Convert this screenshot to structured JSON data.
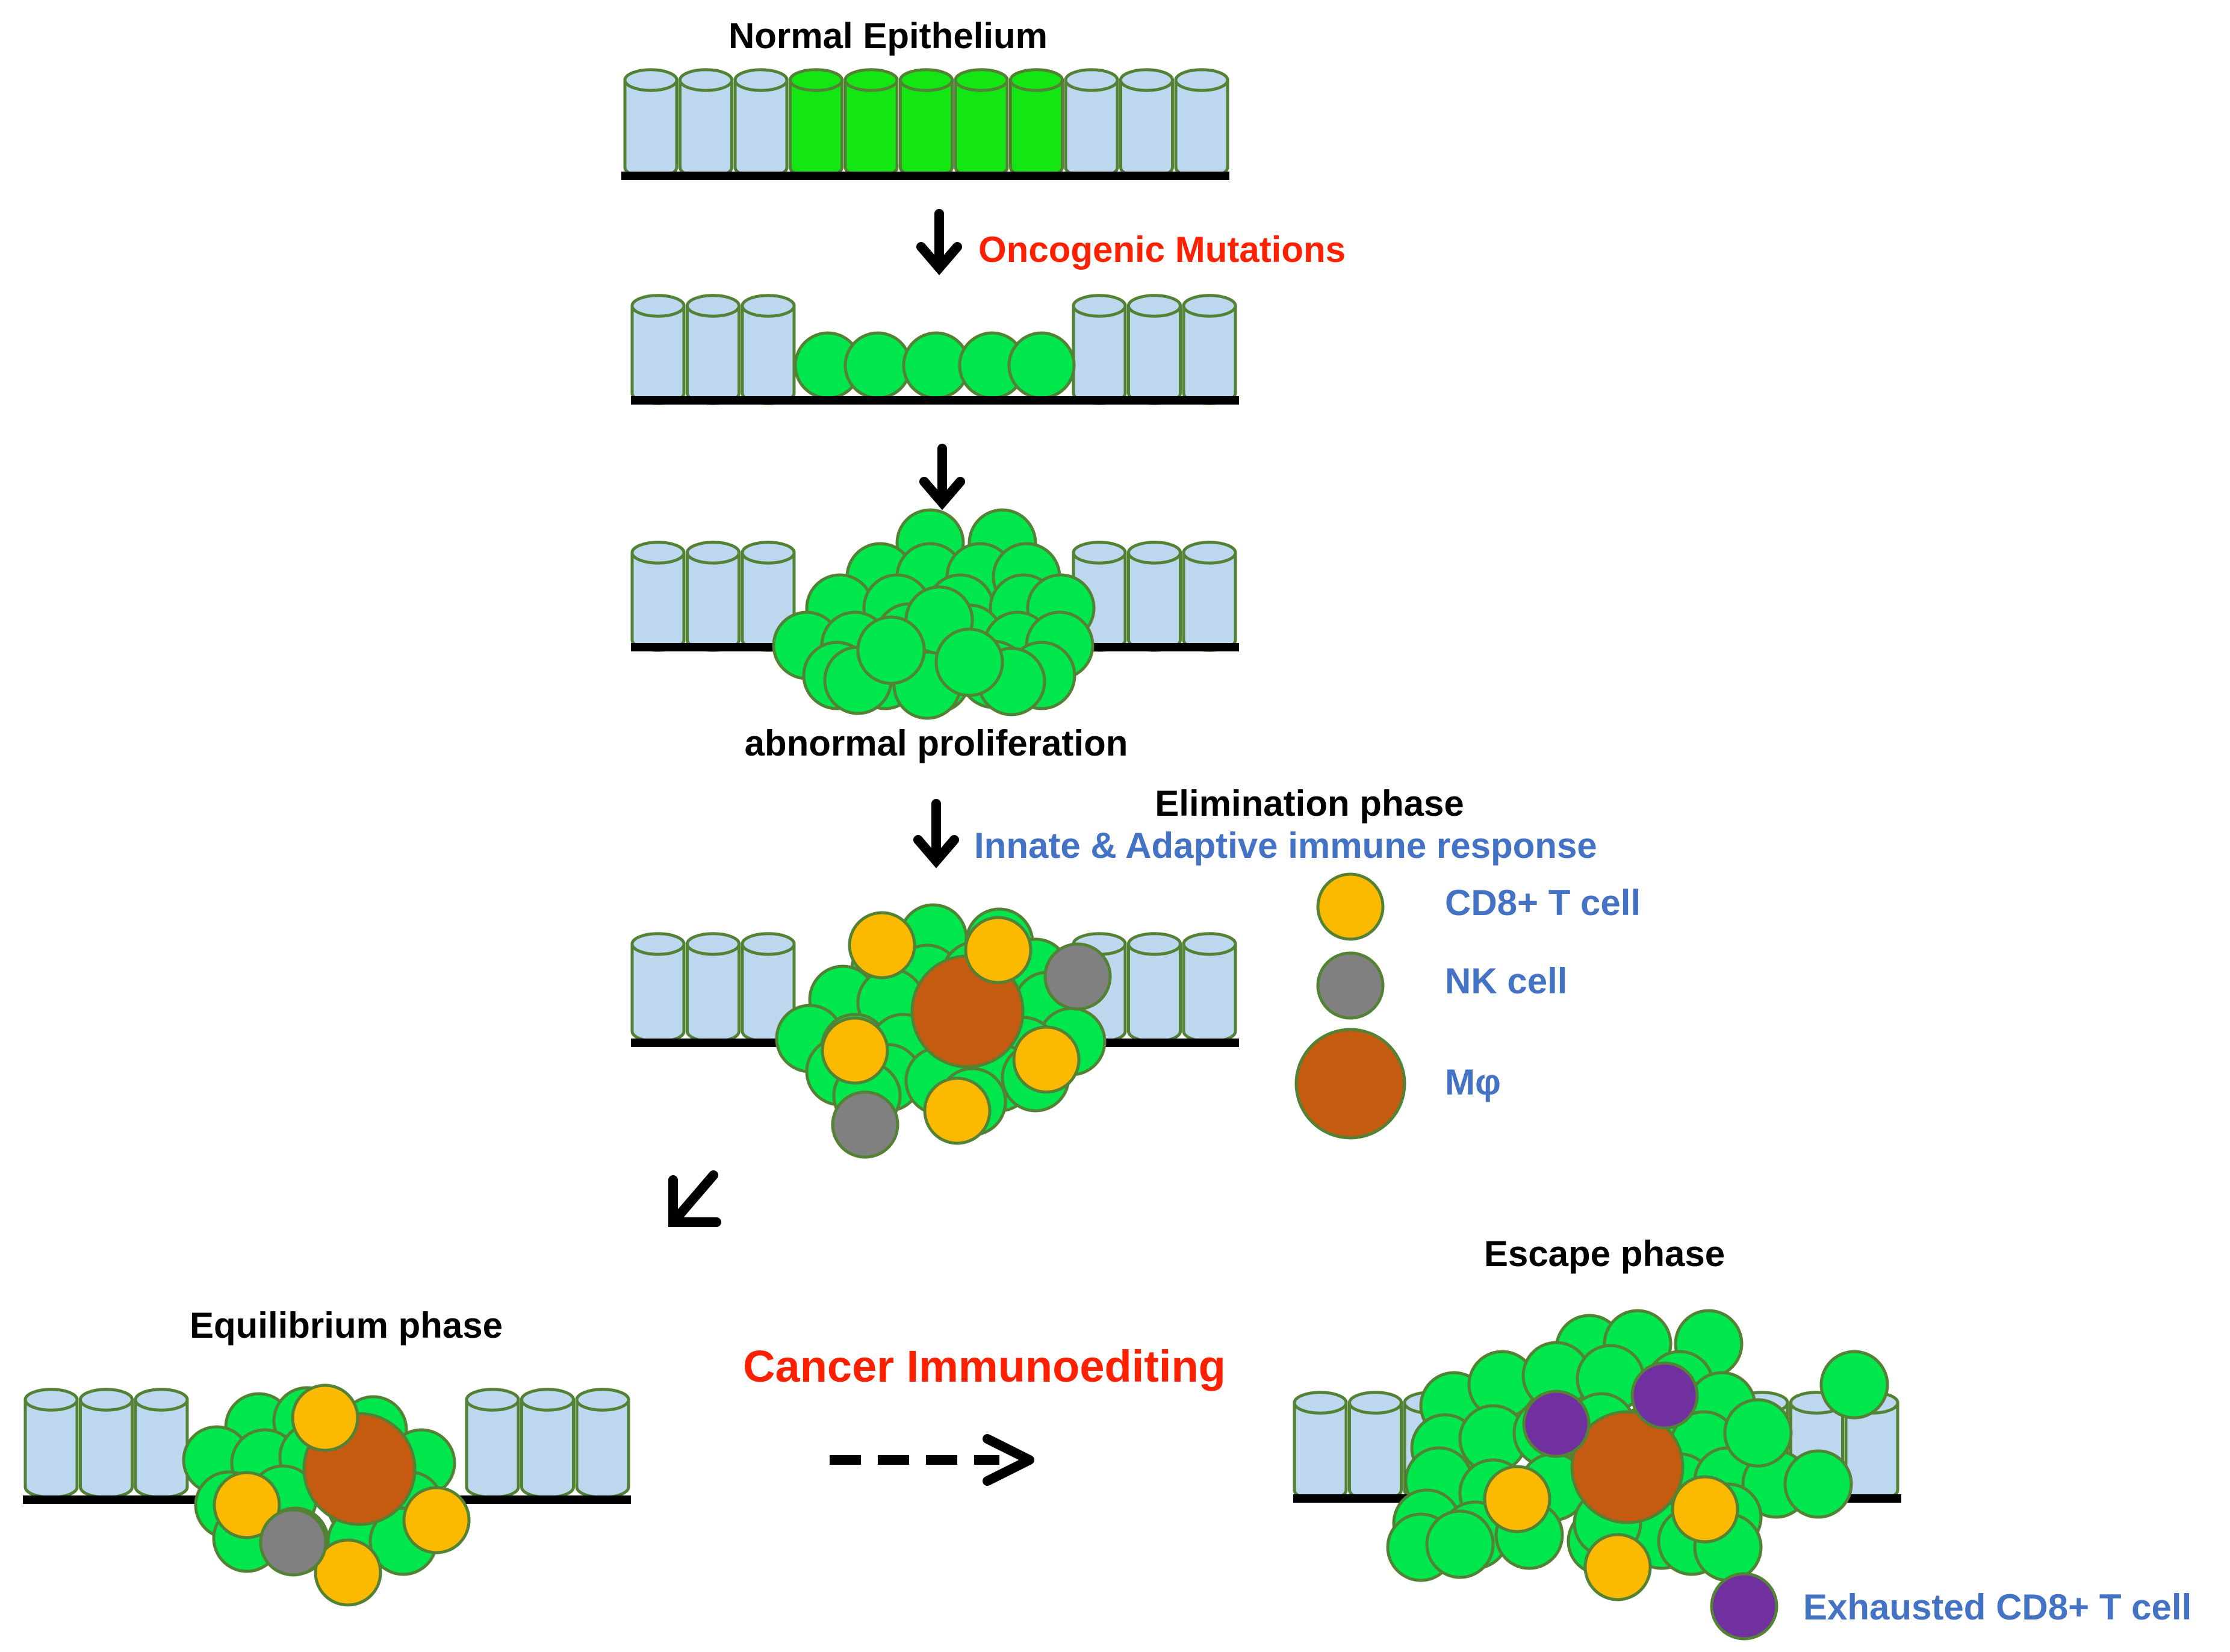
{
  "labels": {
    "normal_epithelium": "Normal Epithelium",
    "oncogenic_mutations": "Oncogenic Mutations",
    "abnormal_proliferation": "abnormal proliferation",
    "elimination_phase": "Elimination phase",
    "immune_response": "Innate & Adaptive immune response",
    "equilibrium_phase": "Equilibrium phase",
    "cancer_immunoediting": "Cancer Immunoediting",
    "escape_phase": "Escape phase"
  },
  "legend": [
    {
      "label": "CD8+ T cell",
      "color": "#FBBA00",
      "icon": "cd8-t-cell"
    },
    {
      "label": "NK cell",
      "color": "#808080",
      "icon": "nk-cell"
    },
    {
      "label": "Mφ",
      "color": "#C55A11",
      "icon": "macrophage"
    },
    {
      "label": "Exhausted CD8+ T cell",
      "color": "#7030A0",
      "icon": "exhausted-cd8-t-cell"
    }
  ],
  "colors": {
    "normal_cell": "#BDD7EE",
    "highlighted_cell": "#14E614",
    "tumor_cell": "#00E64D",
    "cell_outline": "#548235",
    "basement_membrane": "#000000",
    "title_red": "#FF2000",
    "label_blue": "#4472C4"
  }
}
